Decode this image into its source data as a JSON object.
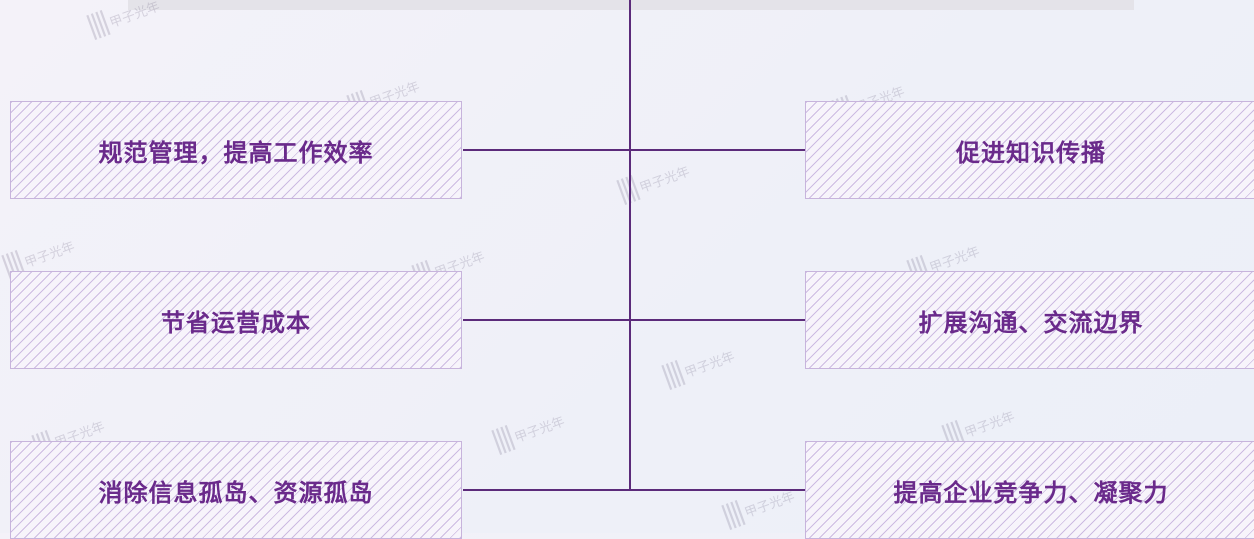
{
  "watermark": "甲子光年",
  "left_items": [
    {
      "label": "规范管理，提高工作效率"
    },
    {
      "label": "节省运营成本"
    },
    {
      "label": "消除信息孤岛、资源孤岛"
    }
  ],
  "right_items": [
    {
      "label": "促进知识传播"
    },
    {
      "label": "扩展沟通、交流边界"
    },
    {
      "label": "提高企业竞争力、凝聚力"
    }
  ],
  "colors": {
    "text": "#6a2a8b",
    "connector": "#5b2a7a",
    "box_border": "#c7b4dc"
  }
}
